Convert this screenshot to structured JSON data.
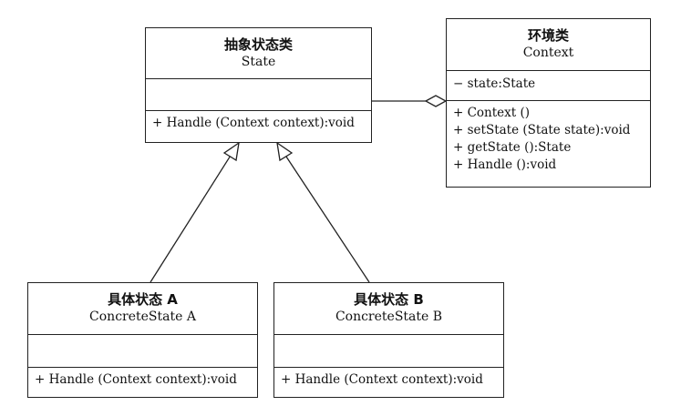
{
  "classes": {
    "state": {
      "cn_name": "抽象状态类",
      "en_name": "State",
      "attributes": [],
      "operations": [
        "+ Handle (Context context):void"
      ]
    },
    "context": {
      "cn_name": "环境类",
      "en_name": "Context",
      "attributes": [
        "− state:State"
      ],
      "operations": [
        "+ Context ()",
        "+ setState (State state):void",
        "+ getState ():State",
        "+ Handle ():void"
      ]
    },
    "concrete_a": {
      "cn_name": "具体状态 A",
      "en_name": "ConcreteState A",
      "attributes": [],
      "operations": [
        "+ Handle (Context context):void"
      ]
    },
    "concrete_b": {
      "cn_name": "具体状态 B",
      "en_name": "ConcreteState B",
      "attributes": [],
      "operations": [
        "+ Handle (Context context):void"
      ]
    }
  },
  "relations": [
    {
      "type": "generalization",
      "from": "concrete_a",
      "to": "state"
    },
    {
      "type": "generalization",
      "from": "concrete_b",
      "to": "state"
    },
    {
      "type": "aggregation",
      "whole": "context",
      "part": "state"
    }
  ],
  "colors": {
    "line": "#222222",
    "fill": "#ffffff"
  }
}
